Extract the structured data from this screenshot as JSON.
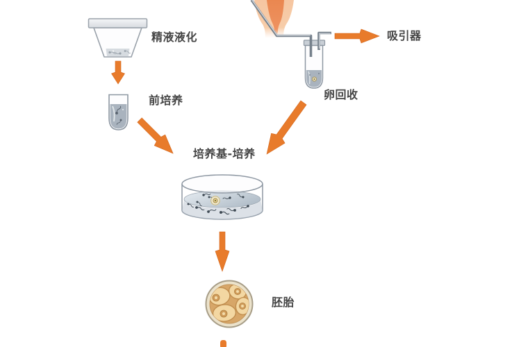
{
  "diagram": {
    "type": "flow",
    "subject": "IVF laboratory process",
    "nodes": [
      {
        "id": "semen-liquefaction",
        "label": "精液液化",
        "item": "specimen-cup"
      },
      {
        "id": "pre-culture",
        "label": "前培养",
        "item": "test-tube"
      },
      {
        "id": "aspirator",
        "label": "吸引器",
        "item": "suction-device-arrow"
      },
      {
        "id": "egg-recovery",
        "label": "卵回收",
        "item": "collection-tube"
      },
      {
        "id": "medium-culture",
        "label": "培养基-培养",
        "item": "petri-dish"
      },
      {
        "id": "embryo",
        "label": "胚胎",
        "item": "embryo-cell"
      }
    ],
    "flows": [
      {
        "from": "semen-liquefaction",
        "to": "pre-culture"
      },
      {
        "from": "pre-culture",
        "to": "medium-culture"
      },
      {
        "from": "follicle-needle",
        "to": "aspirator"
      },
      {
        "from": "egg-recovery",
        "to": "medium-culture"
      },
      {
        "from": "medium-culture",
        "to": "embryo"
      },
      {
        "from": "embryo",
        "to": "next-step"
      }
    ]
  },
  "colors": {
    "arrow": "#e87b2b",
    "arrow_edge": "#d4661a",
    "flesh_outer": "#f6c6a1",
    "flesh_inner": "#eb8a55",
    "metal": "#76818c",
    "glass_stroke": "#8d97a2",
    "tube_liquid": "#a9b3be",
    "dish_liquid": "#c3cdd7",
    "sperm": "#3f4a54",
    "embryo_ring": "#ebe2cb",
    "embryo_matrix": "#d7a668",
    "embryo_cell": "#f3d7a2",
    "label_text": "#454545",
    "background": "#ffffff"
  }
}
